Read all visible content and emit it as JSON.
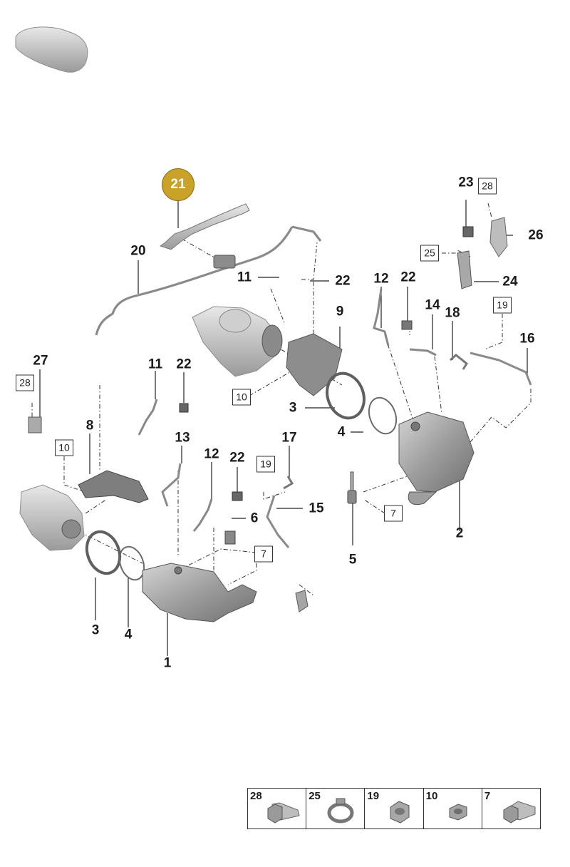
{
  "callouts": [
    "1",
    "2",
    "3",
    "3",
    "4",
    "4",
    "5",
    "6",
    "8",
    "9",
    "11",
    "11",
    "12",
    "12",
    "12",
    "13",
    "14",
    "15",
    "16",
    "17",
    "18",
    "20",
    "22",
    "22",
    "22",
    "22",
    "23",
    "24",
    "26",
    "27"
  ],
  "boxed_refs": [
    "7",
    "7",
    "7",
    "10",
    "10",
    "10",
    "19",
    "19",
    "25",
    "28",
    "28"
  ],
  "highlighted": "21",
  "legend": [
    "28",
    "25",
    "19",
    "10",
    "7"
  ],
  "colors": {
    "part_fill": "#a9a9a9",
    "part_dark": "#6e6e6e",
    "highlight": "#c9a227",
    "leader": "#333333"
  }
}
